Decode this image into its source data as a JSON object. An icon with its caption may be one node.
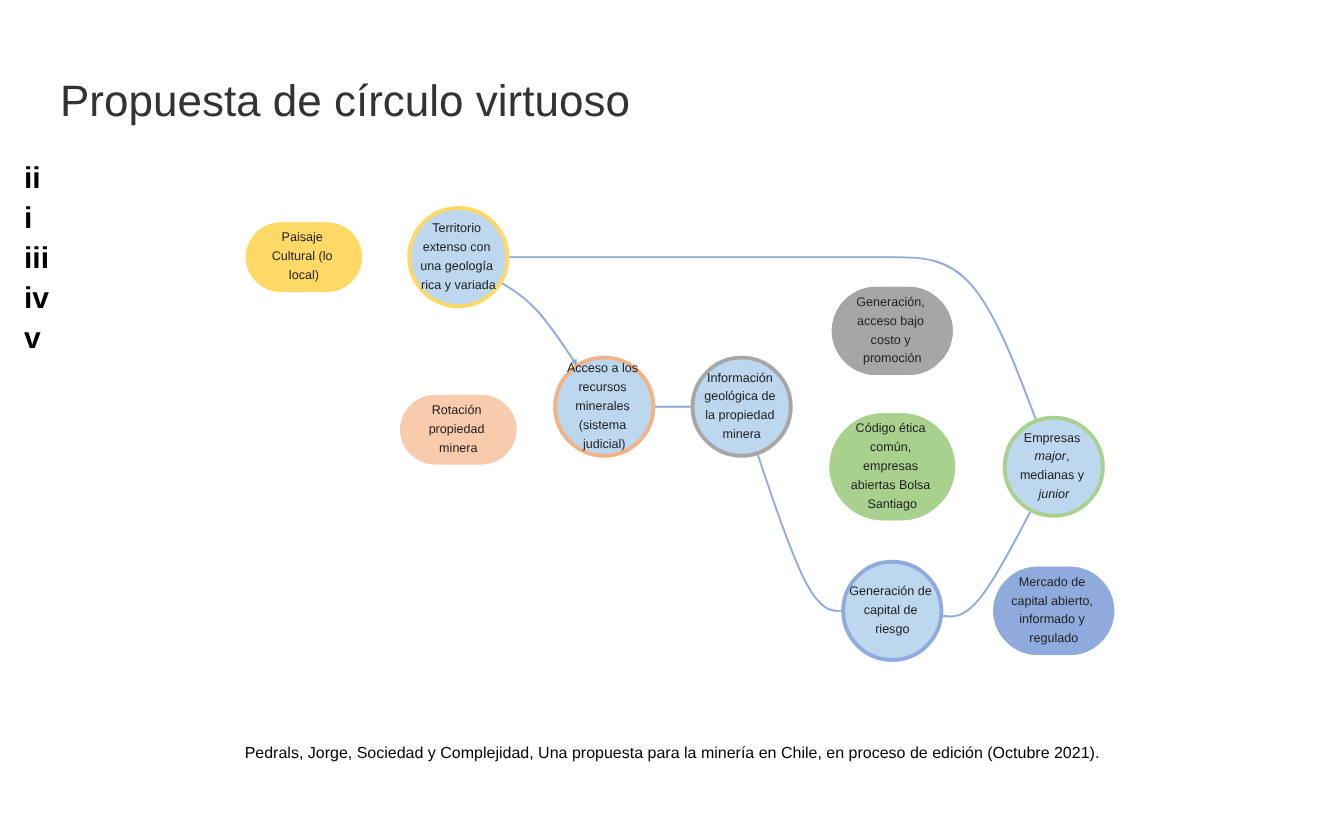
{
  "diagram": {
    "title": "Propuesta de círculo virtuoso",
    "nodes": [
      {
        "text": [
          "Paisaje Cultural (lo local)"
        ]
      },
      {
        "text": [
          "Territorio extenso con una geología rica y variada"
        ]
      },
      {
        "text": [
          "Rotación propiedad minera"
        ]
      },
      {
        "text": [
          "Acceso a los recursos minerales (sistema judicial)"
        ]
      },
      {
        "text": [
          "Información geológica de la propiedad minera"
        ]
      },
      {
        "text": [
          "Generación, acceso bajo costo y promoción"
        ]
      },
      {
        "text": [
          "Empresas *major*, medianas y *junior*"
        ]
      },
      {
        "text": [
          "Generación de capital de riesgo"
        ]
      },
      {
        "text": [
          "Código ética común, empresas abiertas Bolsa Santiago"
        ]
      },
      {
        "text": [
          "Mercado de capital abierto, informado y regulado"
        ]
      }
    ],
    "edges": [
      {
        "from": 1,
        "to": 3,
        "arrow": "to"
      },
      {
        "from": 3,
        "to": 4,
        "arrow": "none"
      },
      {
        "from": 4,
        "to": 7,
        "arrow": "none"
      },
      {
        "from": 7,
        "to": 6,
        "arrow": "none"
      },
      {
        "from": 6,
        "to": 1,
        "arrow": "none"
      }
    ],
    "labels": [
      "ii",
      "i",
      "iii",
      "iv",
      "v"
    ],
    "caption": "Pedrals, Jorge, Sociedad y Complejidad, Una propuesta para la minería en Chile, en proceso de edición (Octubre 2021)."
  }
}
